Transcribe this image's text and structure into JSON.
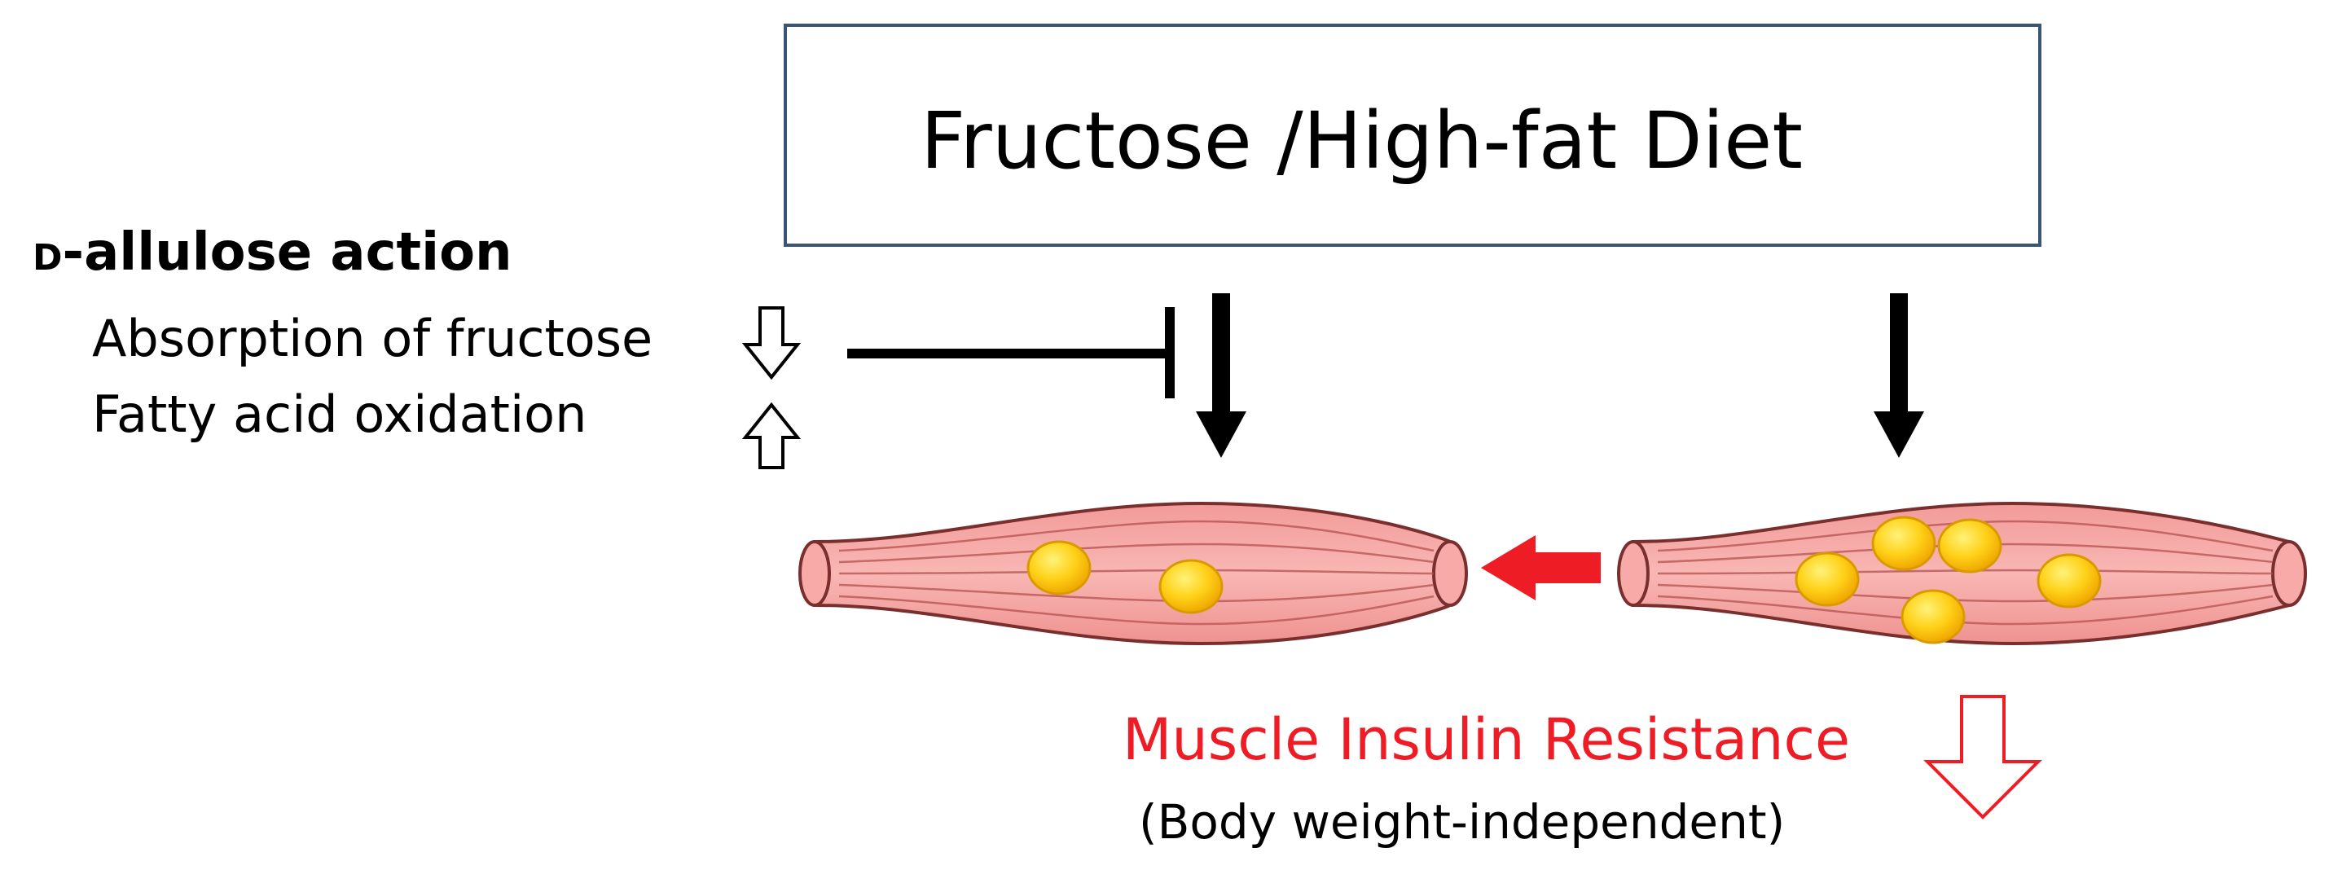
{
  "diet_box": {
    "label": "Fructose /High-fat Diet"
  },
  "allulose": {
    "prefix": "D",
    "title": "-allulose action",
    "effects": [
      {
        "label": "Absorption of fructose",
        "direction": "down"
      },
      {
        "label": "Fatty acid oxidation",
        "direction": "up"
      }
    ]
  },
  "outcome": {
    "label": "Muscle Insulin Resistance",
    "note": "(Body weight-independent)",
    "direction": "down"
  },
  "colors": {
    "highlight_red": "#ee1c25",
    "muscle_fill": "#f4a5a3",
    "muscle_stroke": "#7a2f2f",
    "lipid_fill": "#ffd21a",
    "box_border": "#3a5573"
  }
}
